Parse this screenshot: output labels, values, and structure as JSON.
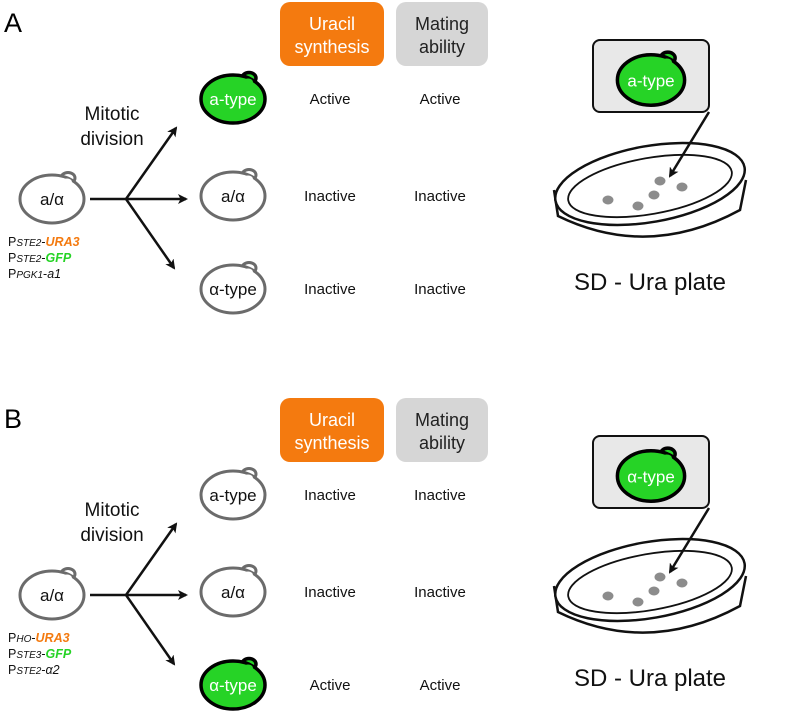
{
  "colors": {
    "uracil_header": "#f47a0f",
    "mating_header": "#d6d6d6",
    "gfp_green": "#26d326",
    "ura3_orange": "#f47a0f",
    "cell_outline": "#6b6b6b",
    "dot_grey": "#8c8c8c"
  },
  "headers": {
    "uracil": [
      "Uracil",
      "synthesis"
    ],
    "mating": [
      "Mating",
      "ability"
    ]
  },
  "panel_a": {
    "letter": "A",
    "parent_label": "a/α",
    "mitotic": [
      "Mitotic",
      "division"
    ],
    "genotype": [
      {
        "prefix": "P",
        "promoter": "STE2",
        "dash": "-",
        "gene": "URA3",
        "gene_color": "orange"
      },
      {
        "prefix": "P",
        "promoter": "STE2",
        "dash": "-",
        "gene": "GFP",
        "gene_color": "green"
      },
      {
        "prefix": "P",
        "promoter": "PGK1",
        "dash": "-",
        "gene": "a1",
        "gene_color": "black"
      }
    ],
    "rows": [
      {
        "cell": "a-type",
        "uracil": "Active",
        "mating": "Active",
        "green": true
      },
      {
        "cell": "a/α",
        "uracil": "Inactive",
        "mating": "Inactive",
        "green": false
      },
      {
        "cell": "α-type",
        "uracil": "Inactive",
        "mating": "Inactive",
        "green": false
      }
    ],
    "inset_cell": "a-type",
    "plate_label": "SD - Ura plate"
  },
  "panel_b": {
    "letter": "B",
    "parent_label": "a/α",
    "mitotic": [
      "Mitotic",
      "division"
    ],
    "genotype": [
      {
        "prefix": "P",
        "promoter": "HO",
        "dash": "-",
        "gene": "URA3",
        "gene_color": "orange"
      },
      {
        "prefix": "P",
        "promoter": "STE3",
        "dash": "-",
        "gene": "GFP",
        "gene_color": "green"
      },
      {
        "prefix": "P",
        "promoter": "STE2",
        "dash": "-",
        "gene": "α2",
        "gene_color": "black"
      }
    ],
    "rows": [
      {
        "cell": "a-type",
        "uracil": "Inactive",
        "mating": "Inactive",
        "green": false
      },
      {
        "cell": "a/α",
        "uracil": "Inactive",
        "mating": "Inactive",
        "green": false
      },
      {
        "cell": "α-type",
        "uracil": "Active",
        "mating": "Active",
        "green": true
      }
    ],
    "inset_cell": "α-type",
    "plate_label": "SD - Ura plate"
  }
}
